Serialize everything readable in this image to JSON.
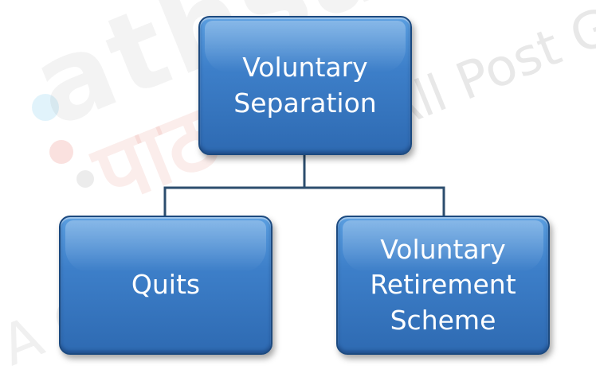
{
  "diagram": {
    "type": "hierarchy",
    "root": {
      "label": "Voluntary\nSeparation"
    },
    "children": [
      {
        "label": "Quits"
      },
      {
        "label": "Voluntary\nRetirement\nScheme"
      }
    ]
  },
  "watermark": {
    "brand_text": "athsala",
    "hindi_text": "पाठशाला",
    "tagline": "All Post Graduate",
    "corner_text": "A G"
  },
  "colors": {
    "node_fill": "#3d7fc9",
    "node_border": "#1c4a80",
    "connector": "#2c4d6e",
    "text": "#ffffff"
  }
}
